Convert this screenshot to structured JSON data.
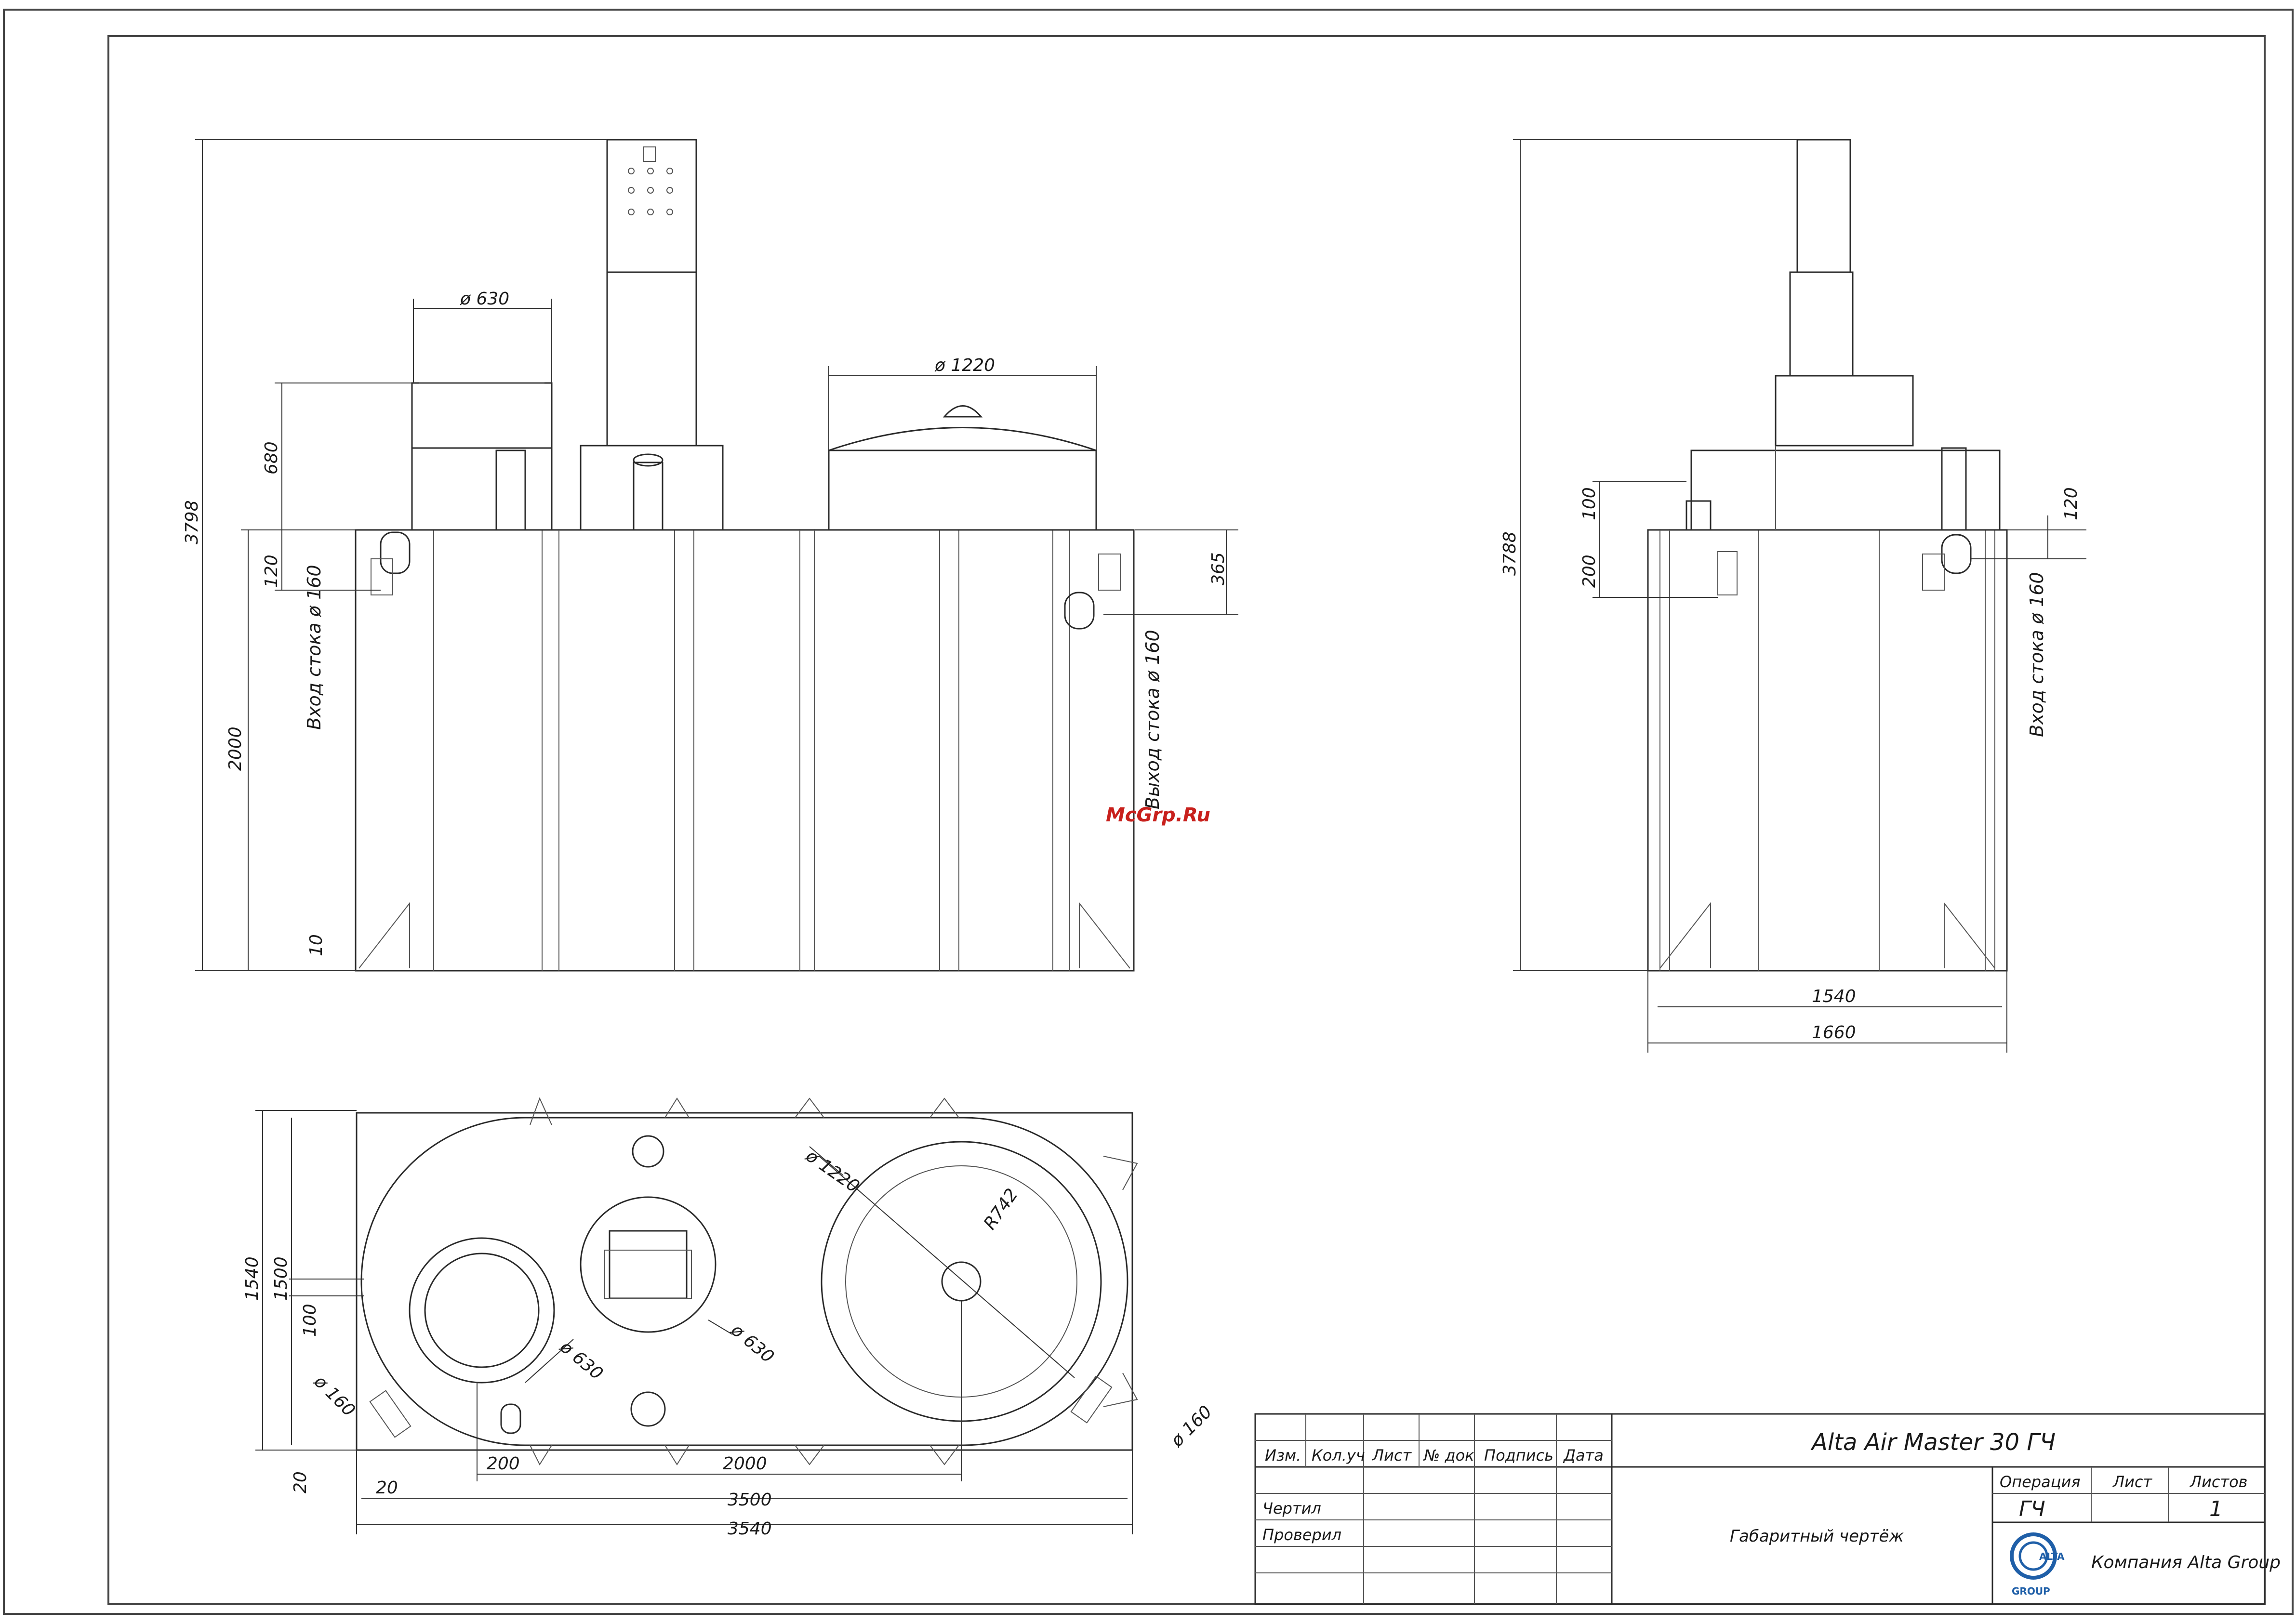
{
  "dims": {
    "overall_height_front": "3798",
    "overall_height_side": "3788",
    "d_small_tank": "ø 630",
    "d_large_tank": "ø 1220",
    "h_680": "680",
    "h_120": "120",
    "h_2000": "2000",
    "h_10": "10",
    "h_365": "365",
    "side_100": "100",
    "side_200": "200",
    "side_120": "120",
    "w_1540": "1540",
    "w_1660": "1660",
    "plan_1540": "1540",
    "plan_1500": "1500",
    "plan_100": "100",
    "plan_20": "20",
    "plan_20b": "20",
    "plan_200": "200",
    "plan_2000": "2000",
    "plan_3500": "3500",
    "plan_3540": "3540",
    "plan_d1220": "ø 1220",
    "plan_r742": "R742",
    "plan_d630a": "ø 630",
    "plan_d630b": "ø 630",
    "plan_d160a": "ø 160",
    "plan_d160b": "ø 160"
  },
  "labels": {
    "inlet_front": "Вход стока  ø 160",
    "outlet_front": "Выход стока  ø 160",
    "inlet_side": "Вход стока  ø 160"
  },
  "watermark": "McGrp.Ru",
  "title_block": {
    "title": "Alta Air Master 30 ГЧ",
    "headers": [
      "Изм.",
      "Кол.уч",
      "Лист",
      "№ док",
      "Подпись",
      "Дата"
    ],
    "row_drawn": "Чертил",
    "row_checked": "Проверил",
    "doc_name": "Габаритный чертёж",
    "col_operation": "Операция",
    "col_sheet": "Лист",
    "col_sheets": "Листов",
    "val_operation": "ГЧ",
    "val_sheets": "1",
    "company": "Компания Alta Group",
    "logo_text": "ALTA",
    "logo_sub": "GROUP"
  },
  "colors": {
    "line": "#2a2a2a",
    "watermark": "#c8201c",
    "logo": "#1f5fa8"
  }
}
